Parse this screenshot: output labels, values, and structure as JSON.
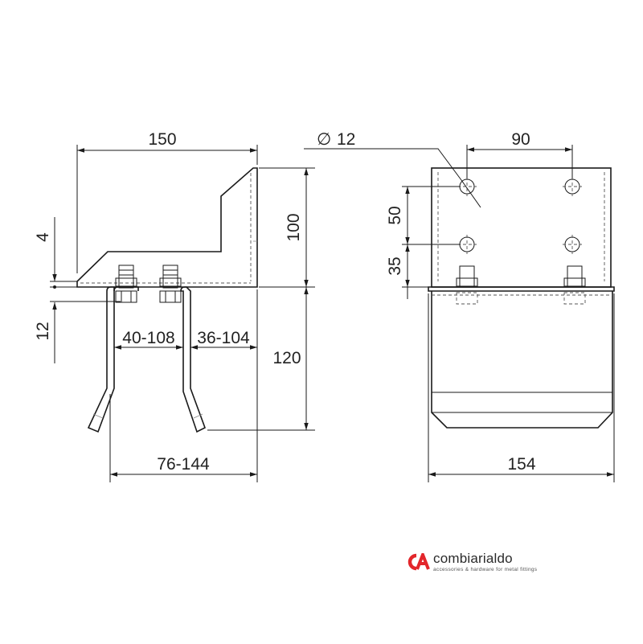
{
  "dimensions": {
    "side_width": "150",
    "plate_thickness": "4",
    "gap": "12",
    "inner_span": "40-108",
    "outer_span": "36-104",
    "upper_height": "100",
    "lower_height": "120",
    "total_span": "76-144",
    "hole_diameter": "12",
    "diameter_symbol": "∅",
    "hole_spacing_h": "90",
    "hole_spacing_v": "50",
    "hole_offset": "35",
    "front_width": "154"
  },
  "brand": {
    "logo_letters": "CA",
    "name": "combiarialdo",
    "tagline": "accessories & hardware for metal fittings",
    "logo_color": "#e3262b"
  }
}
